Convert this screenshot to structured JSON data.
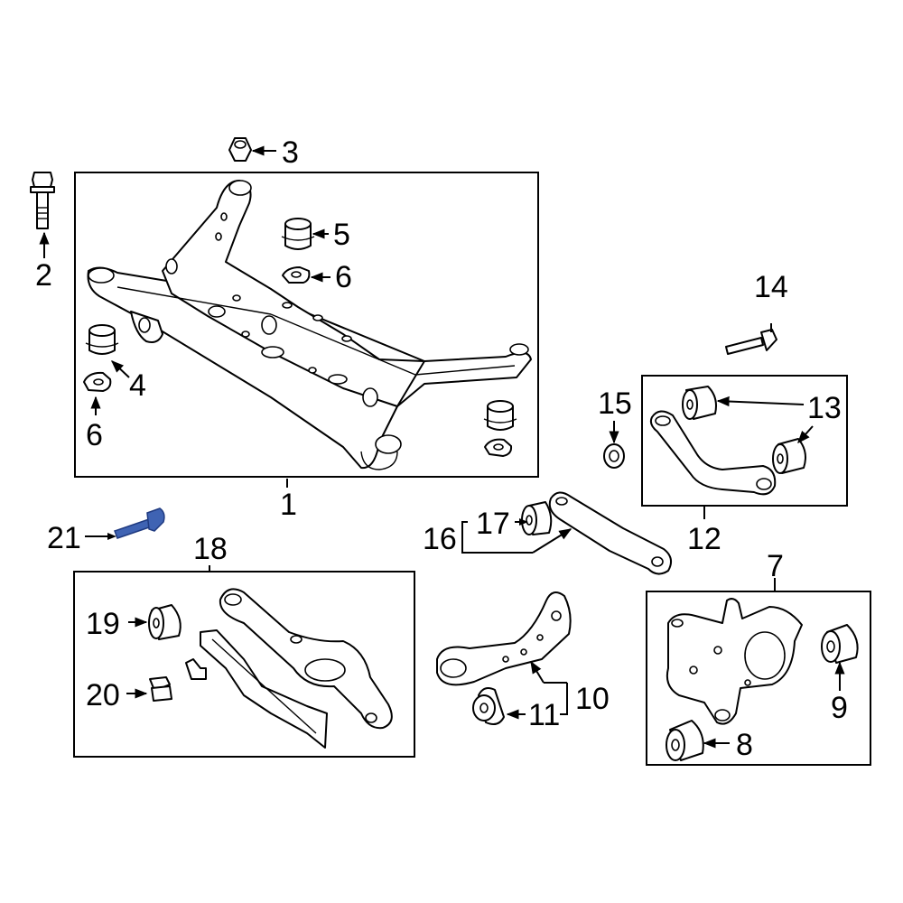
{
  "colors": {
    "line": "#000000",
    "background": "#ffffff",
    "highlight": "#3f63b3"
  },
  "callouts": [
    {
      "id": "c1",
      "text": "1"
    },
    {
      "id": "c2",
      "text": "2"
    },
    {
      "id": "c3",
      "text": "3"
    },
    {
      "id": "c4",
      "text": "4"
    },
    {
      "id": "c5",
      "text": "5"
    },
    {
      "id": "c6a",
      "text": "6"
    },
    {
      "id": "c6b",
      "text": "6"
    },
    {
      "id": "c7",
      "text": "7"
    },
    {
      "id": "c8",
      "text": "8"
    },
    {
      "id": "c9",
      "text": "9"
    },
    {
      "id": "c10",
      "text": "10"
    },
    {
      "id": "c11",
      "text": "11"
    },
    {
      "id": "c12",
      "text": "12"
    },
    {
      "id": "c13",
      "text": "13"
    },
    {
      "id": "c14",
      "text": "14"
    },
    {
      "id": "c15",
      "text": "15"
    },
    {
      "id": "c16",
      "text": "16"
    },
    {
      "id": "c17",
      "text": "17"
    },
    {
      "id": "c18",
      "text": "18"
    },
    {
      "id": "c19",
      "text": "19"
    },
    {
      "id": "c20",
      "text": "20"
    },
    {
      "id": "c21",
      "text": "21"
    }
  ],
  "highlighted_part": "21"
}
